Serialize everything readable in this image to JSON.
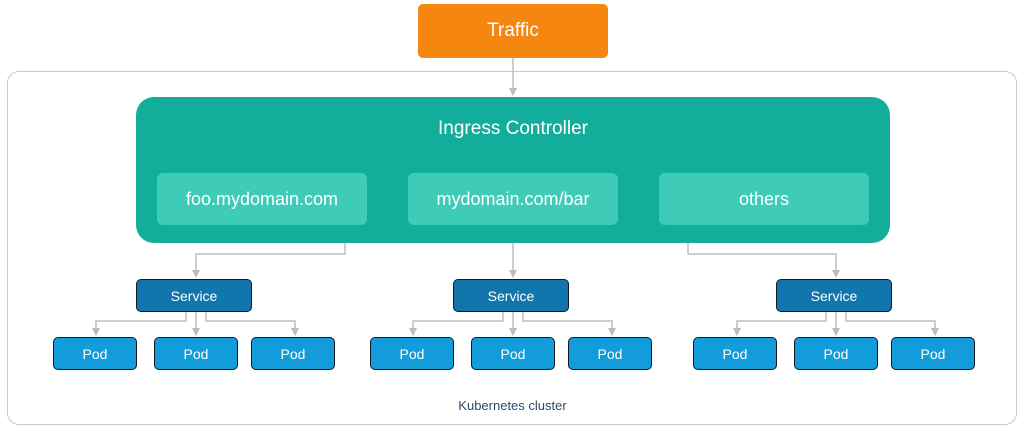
{
  "traffic": {
    "label": "Traffic"
  },
  "ingress": {
    "title": "Ingress Controller",
    "rules": [
      "foo.mydomain.com",
      "mydomain.com/bar",
      "others"
    ]
  },
  "services": [
    {
      "label": "Service",
      "pods": [
        "Pod",
        "Pod",
        "Pod"
      ]
    },
    {
      "label": "Service",
      "pods": [
        "Pod",
        "Pod",
        "Pod"
      ]
    },
    {
      "label": "Service",
      "pods": [
        "Pod",
        "Pod",
        "Pod"
      ]
    }
  ],
  "cluster": {
    "label": "Kubernetes cluster"
  },
  "colors": {
    "traffic": "#f5860f",
    "ingress": "#13ae9b",
    "rule": "#3ecbb7",
    "service": "#1176ac",
    "pod": "#129cdb",
    "connector": "#bdbdbd"
  }
}
